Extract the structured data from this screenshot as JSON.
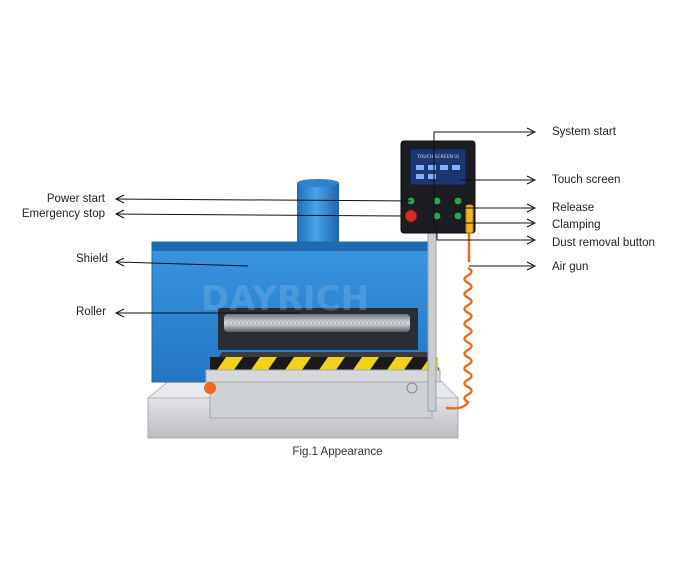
{
  "figure": {
    "caption": "Fig.1 Appearance",
    "watermark": "DAYRICH",
    "screen_text": "TOUCH SCREEN UI",
    "labels": {
      "system_start": "System start",
      "touch_screen": "Touch screen",
      "release": "Release",
      "clamping": "Clamping",
      "dust_removal": "Dust removal button",
      "air_gun": "Air gun",
      "power_start": "Power start",
      "emergency_stop": "Emergency stop",
      "shield": "Shield",
      "roller": "Roller"
    }
  },
  "colors": {
    "machine_blue": "#2f8ad6",
    "machine_blue_dark": "#1f6bb0",
    "base_grey": "#d3d5d8",
    "panel_black": "#1c1d22",
    "hazard_yellow": "#f2d21a",
    "hose_orange": "#ee6a1e",
    "arrow": "#111111"
  }
}
